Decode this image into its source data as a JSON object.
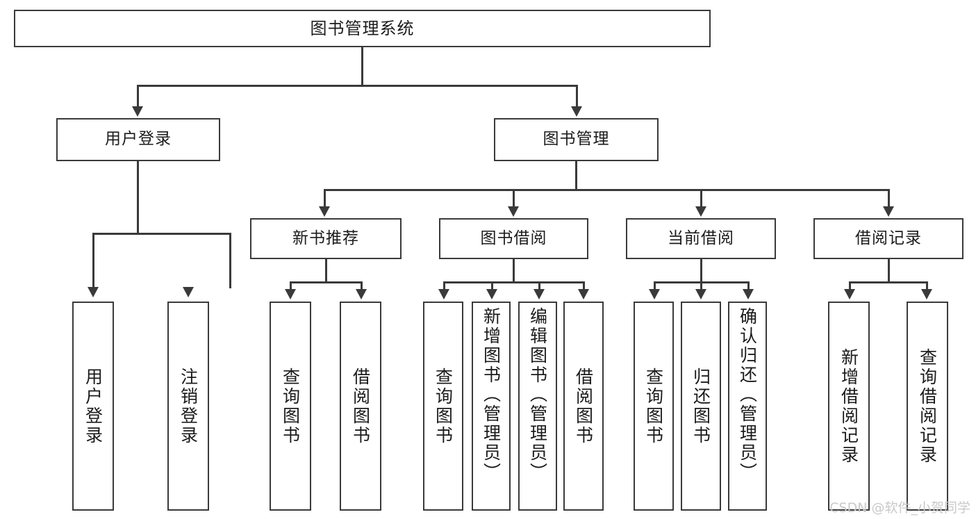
{
  "diagram": {
    "type": "tree",
    "title": "图书管理系统",
    "root": {
      "label": "图书管理系统"
    },
    "level2": [
      {
        "label": "用户登录"
      },
      {
        "label": "图书管理"
      }
    ],
    "level3": [
      {
        "label": "新书推荐"
      },
      {
        "label": "图书借阅"
      },
      {
        "label": "当前借阅"
      },
      {
        "label": "借阅记录"
      }
    ],
    "leaves": {
      "user_login": [
        {
          "label": "用户登录"
        },
        {
          "label": "注销登录"
        }
      ],
      "new_book": [
        {
          "label": "查询图书"
        },
        {
          "label": "借阅图书"
        }
      ],
      "borrow_book": [
        {
          "label": "查询图书"
        },
        {
          "label": "新增图书（管理员）"
        },
        {
          "label": "编辑图书（管理员）"
        },
        {
          "label": "借阅图书"
        }
      ],
      "current_borrow": [
        {
          "label": "查询图书"
        },
        {
          "label": "归还图书"
        },
        {
          "label": "确认归还（管理员）"
        }
      ],
      "borrow_record": [
        {
          "label": "新增借阅记录"
        },
        {
          "label": "查询借阅记录"
        }
      ]
    }
  },
  "watermark": {
    "text": "CSDN @软件_小贺同学"
  },
  "colors": {
    "stroke": "#3a3a3a",
    "background": "#ffffff",
    "text": "#1b1b1b",
    "watermark": "#c9c9c9"
  }
}
